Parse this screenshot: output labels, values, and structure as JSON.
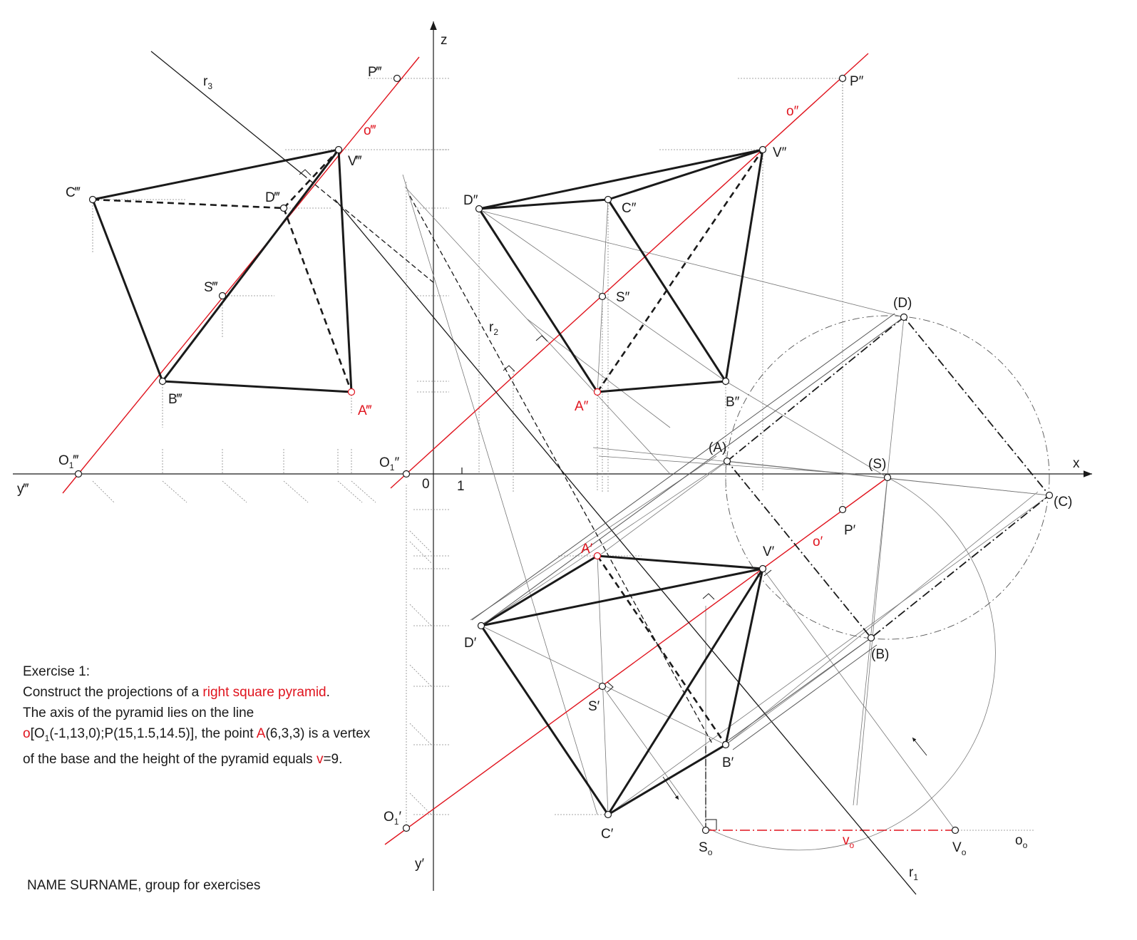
{
  "axes": {
    "x": "x",
    "z": "z",
    "y_top": "y‴",
    "y_front": "y′",
    "origin": "0",
    "unit": "1"
  },
  "points": {
    "P3": "P‴",
    "V3": "V‴",
    "C3": "C‴",
    "D3": "D‴",
    "S3": "S‴",
    "B3": "B‴",
    "A3": "A‴",
    "O1_3": "O",
    "o3": "o‴",
    "P2": "P″",
    "V2": "V″",
    "D2": "D″",
    "C2": "C″",
    "S2": "S″",
    "A2": "A″",
    "B2": "B″",
    "O1_2": "O",
    "o2": "o″",
    "P1": "P′",
    "V1": "V′",
    "A1": "A′",
    "D1": "D′",
    "S1": "S′",
    "B1": "B′",
    "C1": "C′",
    "O1_1": "O",
    "o1": "o′",
    "Dr": "(D)",
    "Ar": "(A)",
    "Sr": "(S)",
    "Cr": "(C)",
    "Br": "(B)",
    "So": "S",
    "vo": "v",
    "Vo": "V",
    "oo": "o",
    "r1": "r",
    "r2": "r",
    "r3": "r",
    "sub1": "1",
    "sub2": "2",
    "sub3": "3",
    "subo": "o",
    "prime1": "′",
    "prime2": "″",
    "prime3": "‴"
  },
  "exercise": {
    "title": "Exercise 1:",
    "line1_a": "Construct the projections of a ",
    "line1_red": "right square pyramid",
    "line1_b": ".",
    "line2": "The axis of the pyramid lies on the line",
    "line3_red": "o",
    "line3_a": "[O",
    "line3_sub": "1",
    "line3_b": "(-1,13,0);P(15,1.5,14.5)], the point ",
    "line3_red2": "A",
    "line3_c": "(6,3,3) is a vertex",
    "line4_a": "of the base and the height of the pyramid equals ",
    "line4_red": "v",
    "line4_b": "=9."
  },
  "footer": "NAME SURNAME, group for exercises",
  "colors": {
    "red": "#e0141e",
    "ink": "#1a1a1a",
    "thin": "#6a6a6a"
  }
}
